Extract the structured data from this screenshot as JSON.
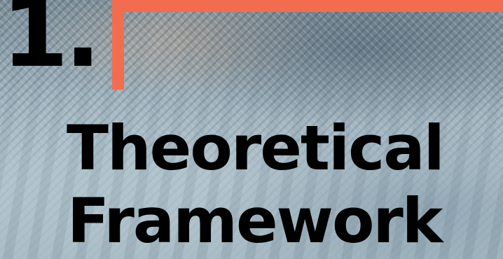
{
  "slide": {
    "number": "1.",
    "title_lines": [
      "Theoretical",
      "Framework"
    ]
  },
  "colors": {
    "accent": "#f26d50",
    "text": "#000000",
    "background_tone": "#9fb2bb"
  },
  "background": {
    "description_icon": "knit-fabric-photo"
  }
}
